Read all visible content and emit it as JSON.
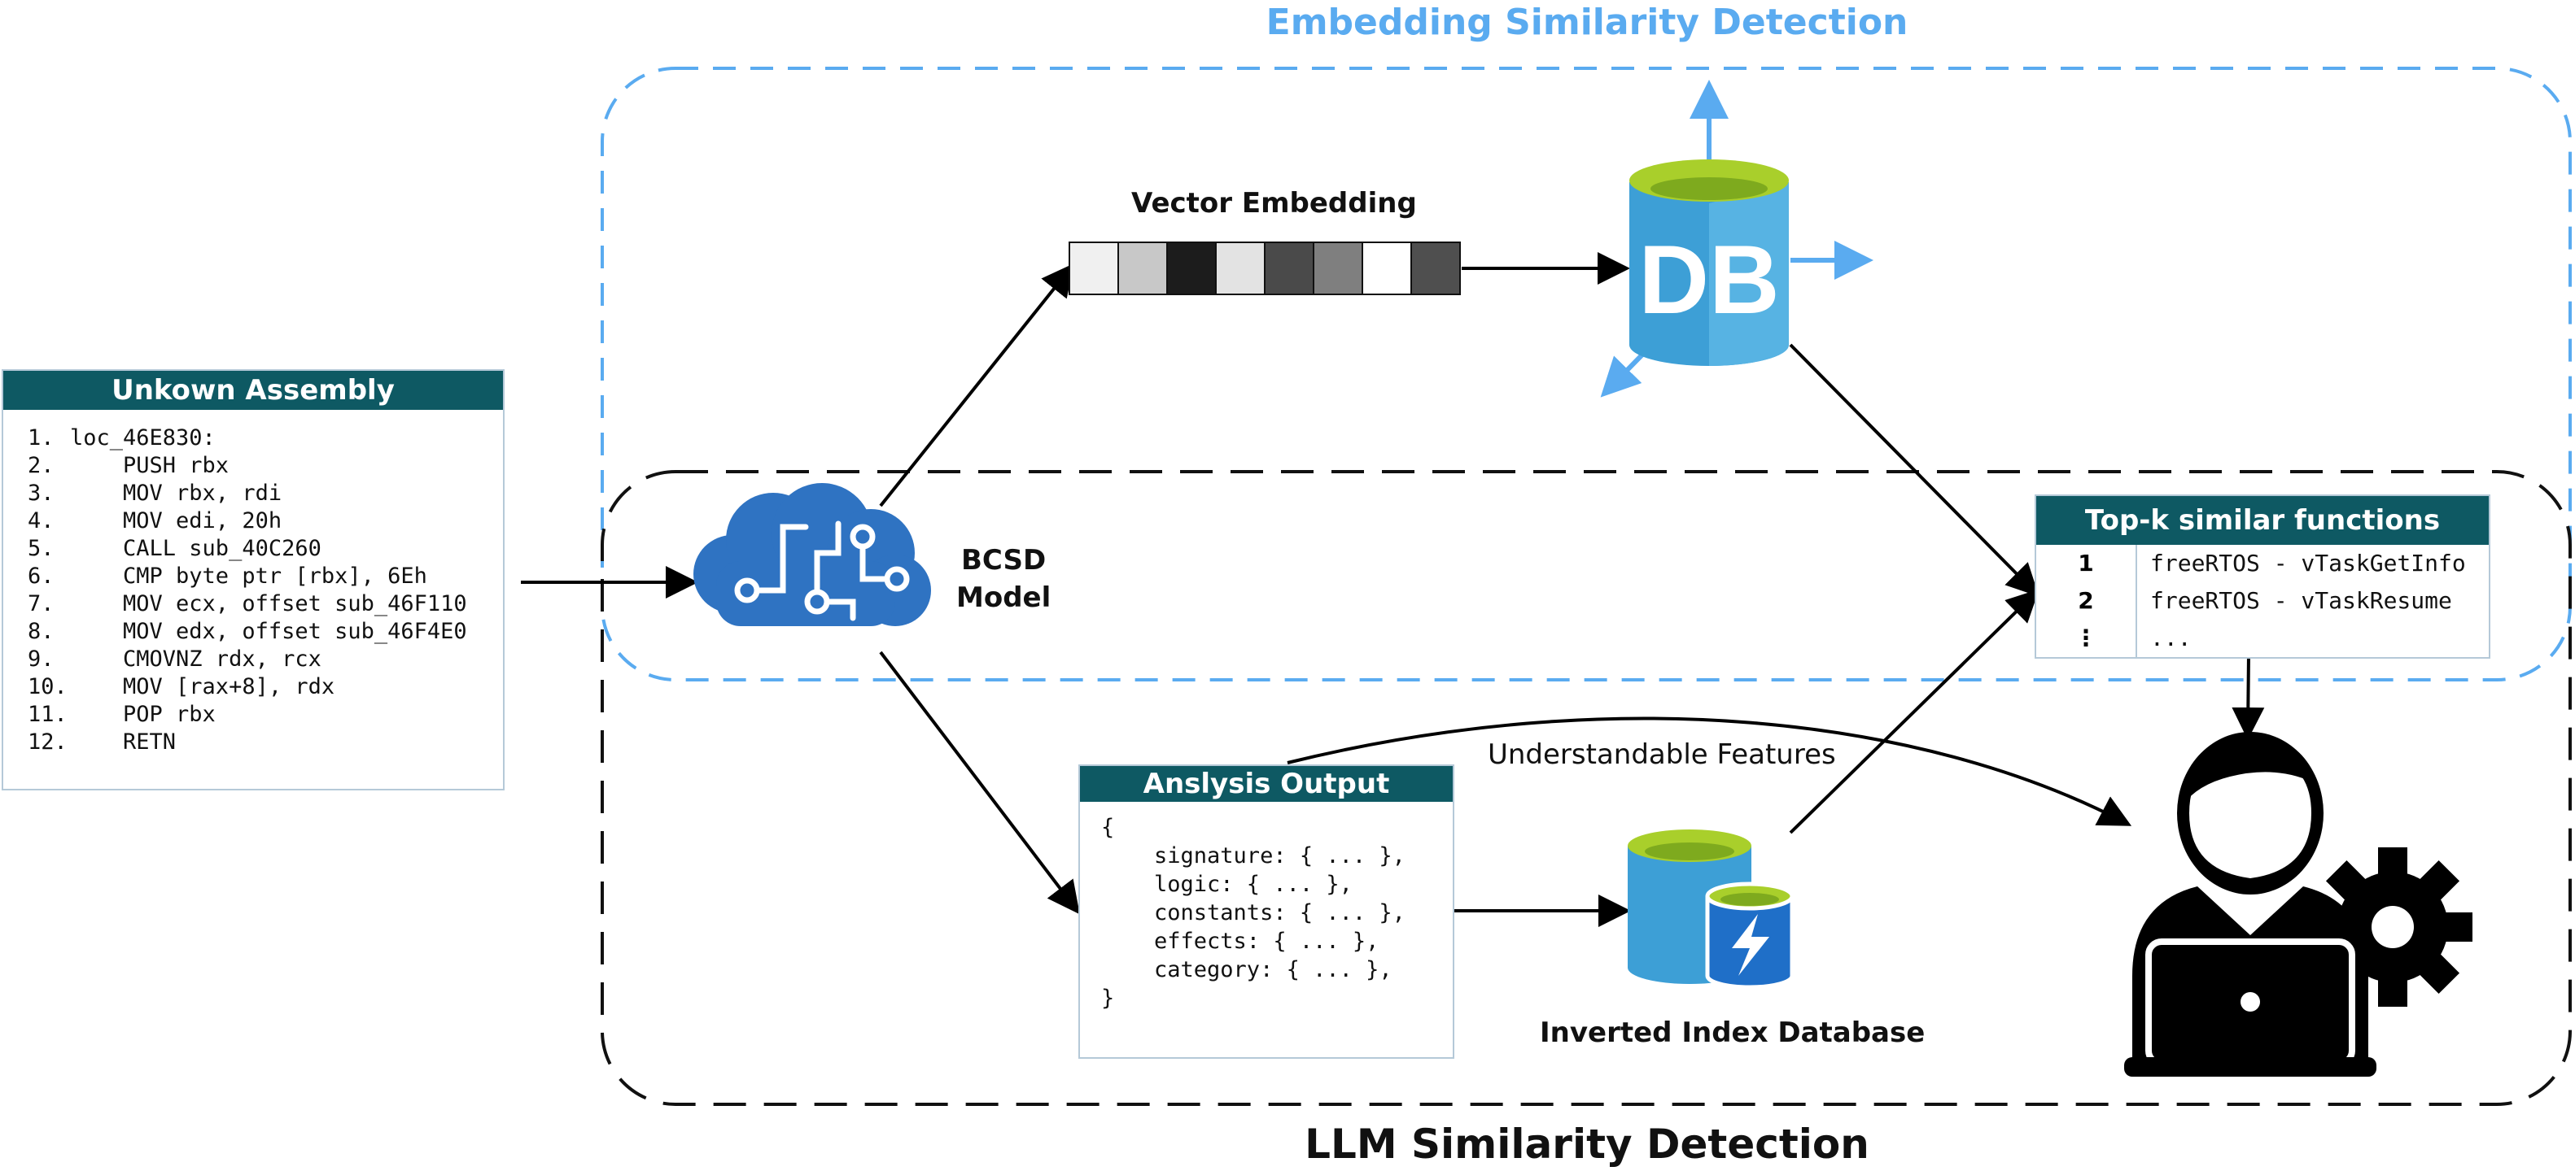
{
  "embedding_region": {
    "title": "Embedding Similarity Detection",
    "color": "#5aabf0"
  },
  "llm_region": {
    "title": "LLM Similarity Detection",
    "color": "#111111"
  },
  "assembly": {
    "title": "Unkown Assembly",
    "lines": [
      {
        "n": "1.",
        "text": "loc_46E830:"
      },
      {
        "n": "2.",
        "text": "    PUSH rbx"
      },
      {
        "n": "3.",
        "text": "    MOV rbx, rdi"
      },
      {
        "n": "4.",
        "text": "    MOV edi, 20h"
      },
      {
        "n": "5.",
        "text": "    CALL sub_40C260"
      },
      {
        "n": "6.",
        "text": "    CMP byte ptr [rbx], 6Eh"
      },
      {
        "n": "7.",
        "text": "    MOV ecx, offset sub_46F110"
      },
      {
        "n": "8.",
        "text": "    MOV edx, offset sub_46F4E0"
      },
      {
        "n": "9.",
        "text": "    CMOVNZ rdx, rcx"
      },
      {
        "n": "10.",
        "text": "    MOV [rax+8], rdx"
      },
      {
        "n": "11.",
        "text": "    POP rbx"
      },
      {
        "n": "12.",
        "text": "    RETN"
      }
    ]
  },
  "model": {
    "label_line1": "BCSD",
    "label_line2": "Model",
    "icon": "brain-circuit-cloud-icon",
    "color": "#2f73c2"
  },
  "vector": {
    "label": "Vector Embedding",
    "cells": [
      "#f0f0f0",
      "#c8c8c8",
      "#1c1c1c",
      "#e3e3e3",
      "#4a4a4a",
      "#7f7f7f",
      "#ffffff",
      "#4f4f4f"
    ]
  },
  "db": {
    "text": "DB",
    "icon": "database-icon",
    "top_color": "#a9cf2b",
    "body_color": "#3d9fd6",
    "arrow_color": "#5aabf0"
  },
  "analysis": {
    "title": "Anslysis Output",
    "lines": [
      "{",
      "    signature: { ... },",
      "    logic: { ... },",
      "    constants: { ... },",
      "    effects: { ... },",
      "    category: { ... },",
      "}"
    ]
  },
  "inverted_db": {
    "label": "Inverted Index Database",
    "icon": "inverted-index-database-icon"
  },
  "features_label": "Understandable Features",
  "topk": {
    "title": "Top-k similar functions",
    "rows": [
      {
        "rank": "1",
        "name": "freeRTOS - vTaskGetInfo"
      },
      {
        "rank": "2",
        "name": "freeRTOS - vTaskResume"
      },
      {
        "rank": "⋮",
        "name": "..."
      }
    ]
  },
  "analyst": {
    "icon": "analyst-with-laptop-and-gear-icon"
  }
}
